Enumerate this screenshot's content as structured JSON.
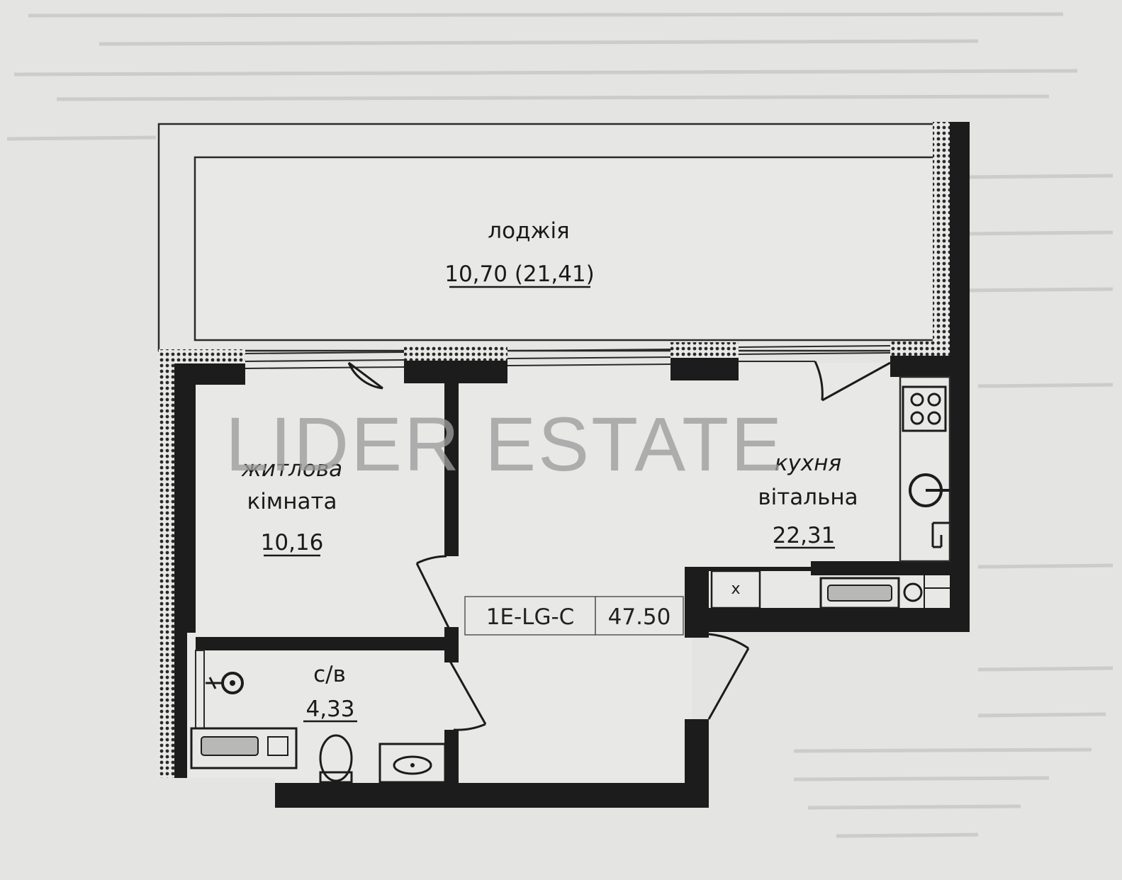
{
  "watermark": "LIDER ESTATE",
  "rooms": {
    "loggia": {
      "name": "лоджія",
      "area": "10,70 (21,41)"
    },
    "bedroom": {
      "name_line1": "житлова",
      "name_line2": "кімната",
      "area": "10,16"
    },
    "kitchen": {
      "name_line1": "кухня",
      "name_line2": "вітальна",
      "area": "22,31"
    },
    "bathroom": {
      "name": "с/в",
      "area": "4,33"
    }
  },
  "plan_code": "1E-LG-C",
  "total_area": "47.50",
  "appliance_mark": "x",
  "colors": {
    "paper": "#e4e4e2",
    "wall": "#1c1c1c",
    "line": "#2a2a2a",
    "watermark": "#9c9c9c"
  }
}
